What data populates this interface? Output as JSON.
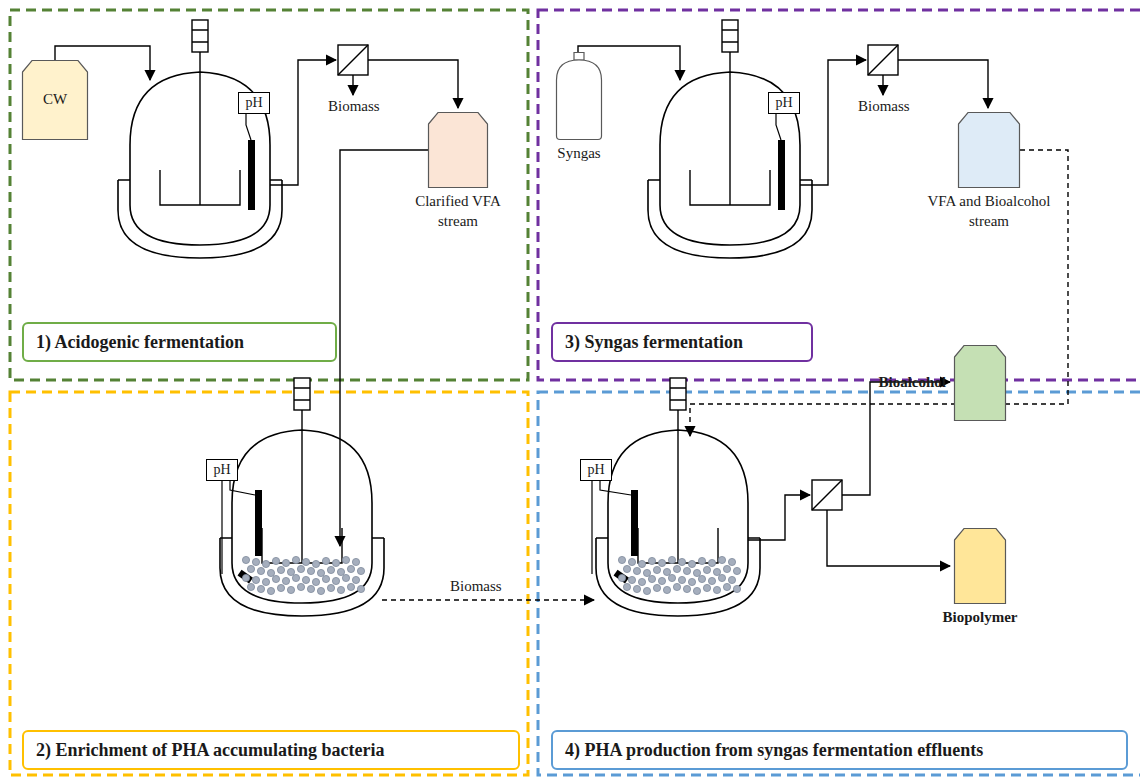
{
  "diagram": {
    "nodes": [
      {
        "text": [
          "pH"
        ]
      },
      {
        "text": [
          "CW"
        ]
      },
      {
        "text": [
          "Clarified VFA stream"
        ]
      },
      {
        "text": [
          "1) Acidogenic fermentation"
        ]
      },
      {
        "text": [
          "pH"
        ]
      },
      {
        "text": [
          "Syngas"
        ]
      },
      {
        "text": [
          "VFA and Bioalcohol stream"
        ]
      },
      {
        "text": [
          "3) Syngas fermentation"
        ]
      },
      {
        "text": [
          "pH"
        ]
      },
      {
        "text": [
          "2) Enrichment of PHA accumulating bacteria"
        ]
      },
      {
        "text": [
          "pH"
        ]
      },
      {
        "text": [
          "Bioalcohol"
        ]
      },
      {
        "text": [
          "Biopolymer"
        ]
      },
      {
        "text": [
          "4) PHA production from syngas fermentation effluents"
        ]
      }
    ],
    "labels": [
      "Biomass",
      "Biomass",
      "Biomass"
    ]
  }
}
